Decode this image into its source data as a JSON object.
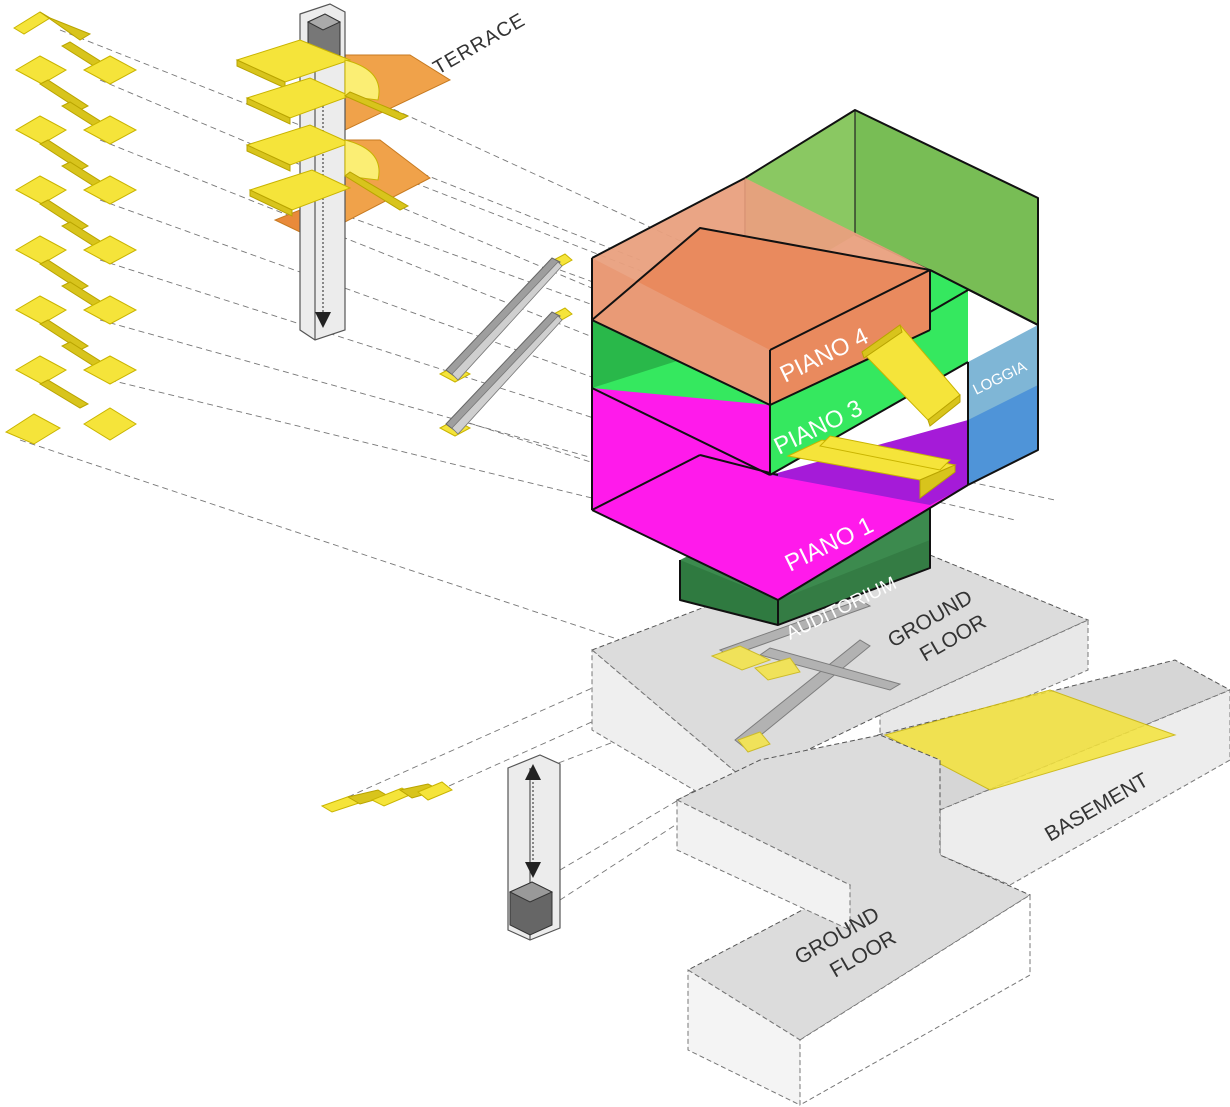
{
  "labels": {
    "terrace": "TERRACE",
    "piano4": "PIANO 4",
    "piano3": "PIANO 3",
    "piano1": "PIANO 1",
    "loggia": "LOGGIA",
    "auditorium": "AUDITORIUM",
    "ground_floor_upper": [
      "GROUND",
      "FLOOR"
    ],
    "ground_floor_lower": [
      "GROUND",
      "FLOOR"
    ],
    "basement": "BASEMENT"
  },
  "colors": {
    "piano4": "#e98a5e",
    "piano4_upper": "#e9a07e",
    "green_block": "#7fc15a",
    "piano3": "#35e85f",
    "piano1": "#ff1aeb",
    "loggia": "#7fb6d6",
    "auditorium": "#3c8a4e",
    "stairs": "#f5e43a",
    "ground": "#d9d9d9"
  }
}
